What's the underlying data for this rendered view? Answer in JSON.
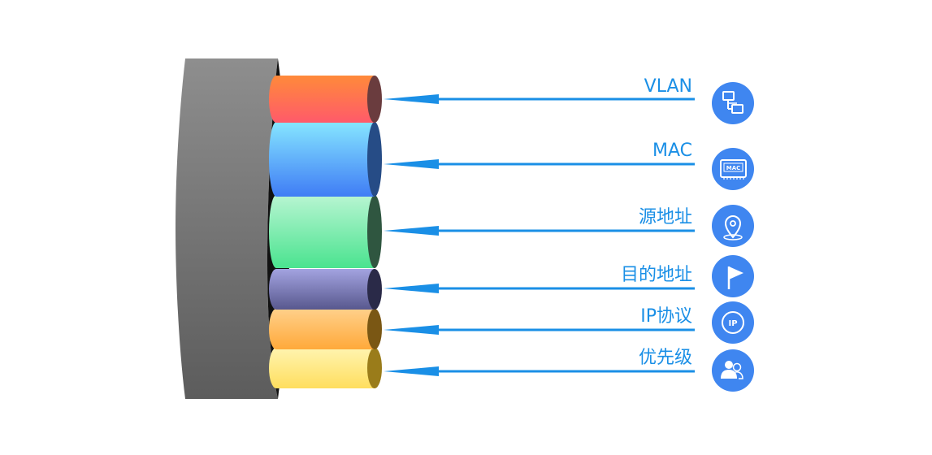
{
  "labels": {
    "vlan": "VLAN",
    "mac": "MAC",
    "src": "源地址",
    "dst": "目的地址",
    "ip": "IP协议",
    "pri": "优先级"
  },
  "icons": {
    "vlan": "network-topology-icon",
    "mac": "mac-chip-icon",
    "src": "location-pin-icon",
    "dst": "flag-icon",
    "ip": "ip-badge-icon",
    "pri": "users-icon"
  },
  "icon_texts": {
    "mac": "MAC",
    "ip": "IP"
  },
  "colors": {
    "arrow": "#1a8fe6",
    "icon_bg": "#3f86f0",
    "label": "#1a8fe6"
  }
}
